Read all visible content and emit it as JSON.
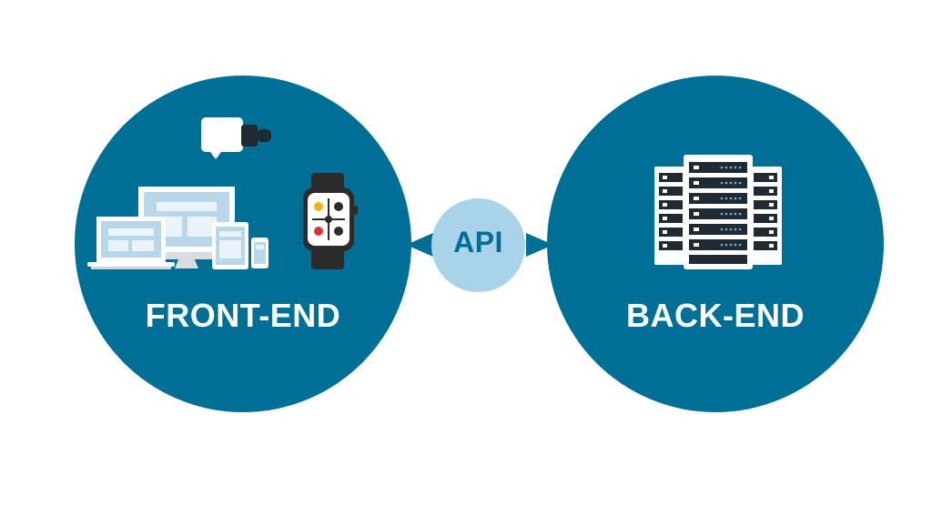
{
  "diagram": {
    "front": {
      "label": "FRONT-END",
      "icons": [
        "vr-headset-icon",
        "desktop-monitor-icon",
        "laptop-icon",
        "tablet-icon",
        "smartphone-icon",
        "smartwatch-icon"
      ]
    },
    "api": {
      "label": "API"
    },
    "back": {
      "label": "BACK-END",
      "icons": [
        "server-rack-icon"
      ]
    },
    "connector": "bidirectional-arrow"
  },
  "colors": {
    "circle": "#006f95",
    "api_circle": "#a8d3e8",
    "arrow": "#006f95",
    "icon_fill": "#ffffff",
    "icon_screen": "#b8d7ea",
    "dark": "#2b2b2b",
    "label": "#ffffff",
    "api_text": "#006f95"
  }
}
